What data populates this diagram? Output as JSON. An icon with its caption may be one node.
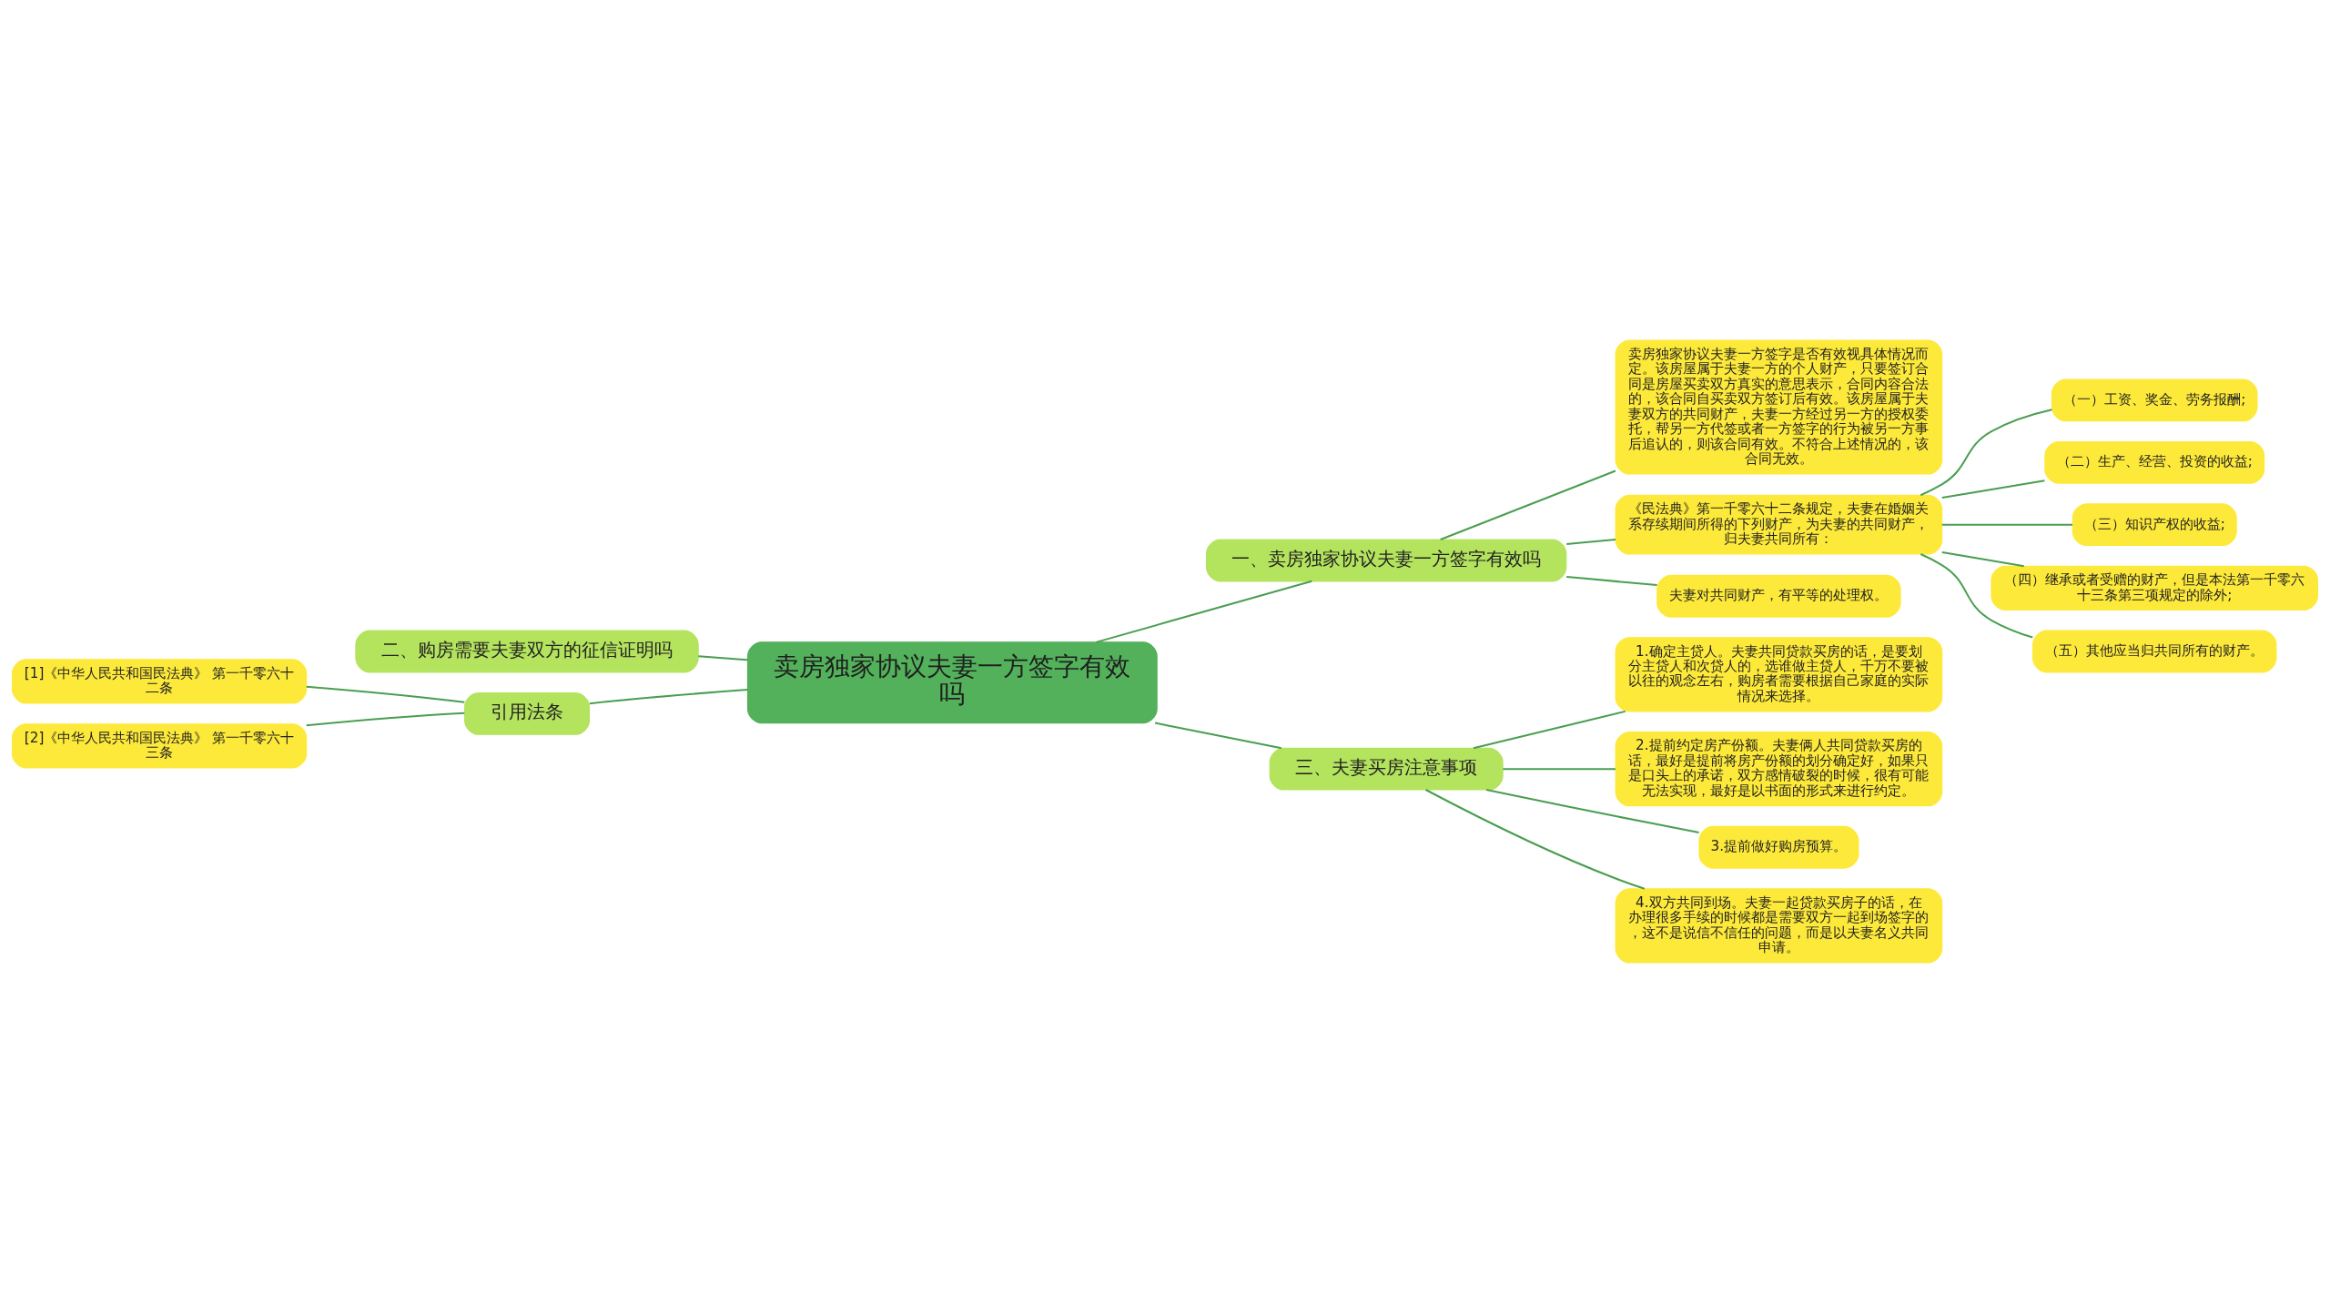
{
  "diagram": {
    "nodes": [
      {
        "text": [
          "卖房独家协议夫妻一方签字有效吗"
        ]
      },
      {
        "text": [
          "一、卖房独家协议夫妻一方签字有效吗"
        ]
      },
      {
        "text": [
          "卖房独家协议夫妻一方签字是否有效视具体情况而定。该房屋属于夫妻一方的个人财产，只要签订合同是房屋买卖双方真实的意思表示，合同内容合法的，该合同自买卖双方签订后有效。该房屋属于夫妻双方的共同财产，夫妻一方经过另一方的授权委托，帮另一方代签或者一方签字的行为被另一方事后追认的，则该合同有效。不符合上述情况的，该合同无效。"
        ]
      },
      {
        "text": [
          "《民法典》第一千零六十二条规定，夫妻在婚姻关系存续期间所得的下列财产，为夫妻的共同财产，归夫妻共同所有："
        ]
      },
      {
        "text": [
          "（一）工资、奖金、劳务报酬;"
        ]
      },
      {
        "text": [
          "（二）生产、经营、投资的收益;"
        ]
      },
      {
        "text": [
          "（三）知识产权的收益;"
        ]
      },
      {
        "text": [
          "（四）继承或者受赠的财产，但是本法第一千零六十三条第三项规定的除外;"
        ]
      },
      {
        "text": [
          "（五）其他应当归共同所有的财产。"
        ]
      },
      {
        "text": [
          "夫妻对共同财产，有平等的处理权。"
        ]
      },
      {
        "text": [
          "二、购房需要夫妻双方的征信证明吗"
        ]
      },
      {
        "text": [
          "引用法条"
        ]
      },
      {
        "text": [
          "[1]《中华人民共和国民法典》 第一千零六十二条"
        ]
      },
      {
        "text": [
          "[2]《中华人民共和国民法典》 第一千零六十三条"
        ]
      },
      {
        "text": [
          "三、夫妻买房注意事项"
        ]
      },
      {
        "text": [
          "1.确定主贷人。夫妻共同贷款买房的话，是要划分主贷人和次贷人的，选谁做主贷人，千万不要被以往的观念左右，购房者需要根据自己家庭的实际情况来选择。"
        ]
      },
      {
        "text": [
          "2.提前约定房产份额。夫妻俩人共同贷款买房的话，最好是提前将房产份额的划分确定好，如果只是口头上的承诺，双方感情破裂的时候，很有可能无法实现，最好是以书面的形式来进行约定。"
        ]
      },
      {
        "text": [
          "3.提前做好购房预算。"
        ]
      },
      {
        "text": [
          "4.双方共同到场。夫妻一起贷款买房子的话，在办理很多手续的时候都是需要双方一起到场签字的，这不是说信不信任的问题，而是以夫妻名义共同申请。"
        ]
      }
    ],
    "edges": [
      {
        "from": 0,
        "to": 1,
        "arrow": "none"
      },
      {
        "from": 1,
        "to": 2,
        "arrow": "none"
      },
      {
        "from": 1,
        "to": 3,
        "arrow": "none"
      },
      {
        "from": 3,
        "to": 4,
        "arrow": "none"
      },
      {
        "from": 3,
        "to": 5,
        "arrow": "none"
      },
      {
        "from": 3,
        "to": 6,
        "arrow": "none"
      },
      {
        "from": 3,
        "to": 7,
        "arrow": "none"
      },
      {
        "from": 3,
        "to": 8,
        "arrow": "none"
      },
      {
        "from": 1,
        "to": 9,
        "arrow": "none"
      },
      {
        "from": 0,
        "to": 10,
        "arrow": "none"
      },
      {
        "from": 0,
        "to": 11,
        "arrow": "none"
      },
      {
        "from": 11,
        "to": 12,
        "arrow": "none"
      },
      {
        "from": 11,
        "to": 13,
        "arrow": "none"
      },
      {
        "from": 0,
        "to": 14,
        "arrow": "none"
      },
      {
        "from": 14,
        "to": 15,
        "arrow": "none"
      },
      {
        "from": 14,
        "to": 16,
        "arrow": "none"
      },
      {
        "from": 14,
        "to": 17,
        "arrow": "none"
      },
      {
        "from": 14,
        "to": 18,
        "arrow": "none"
      }
    ]
  }
}
